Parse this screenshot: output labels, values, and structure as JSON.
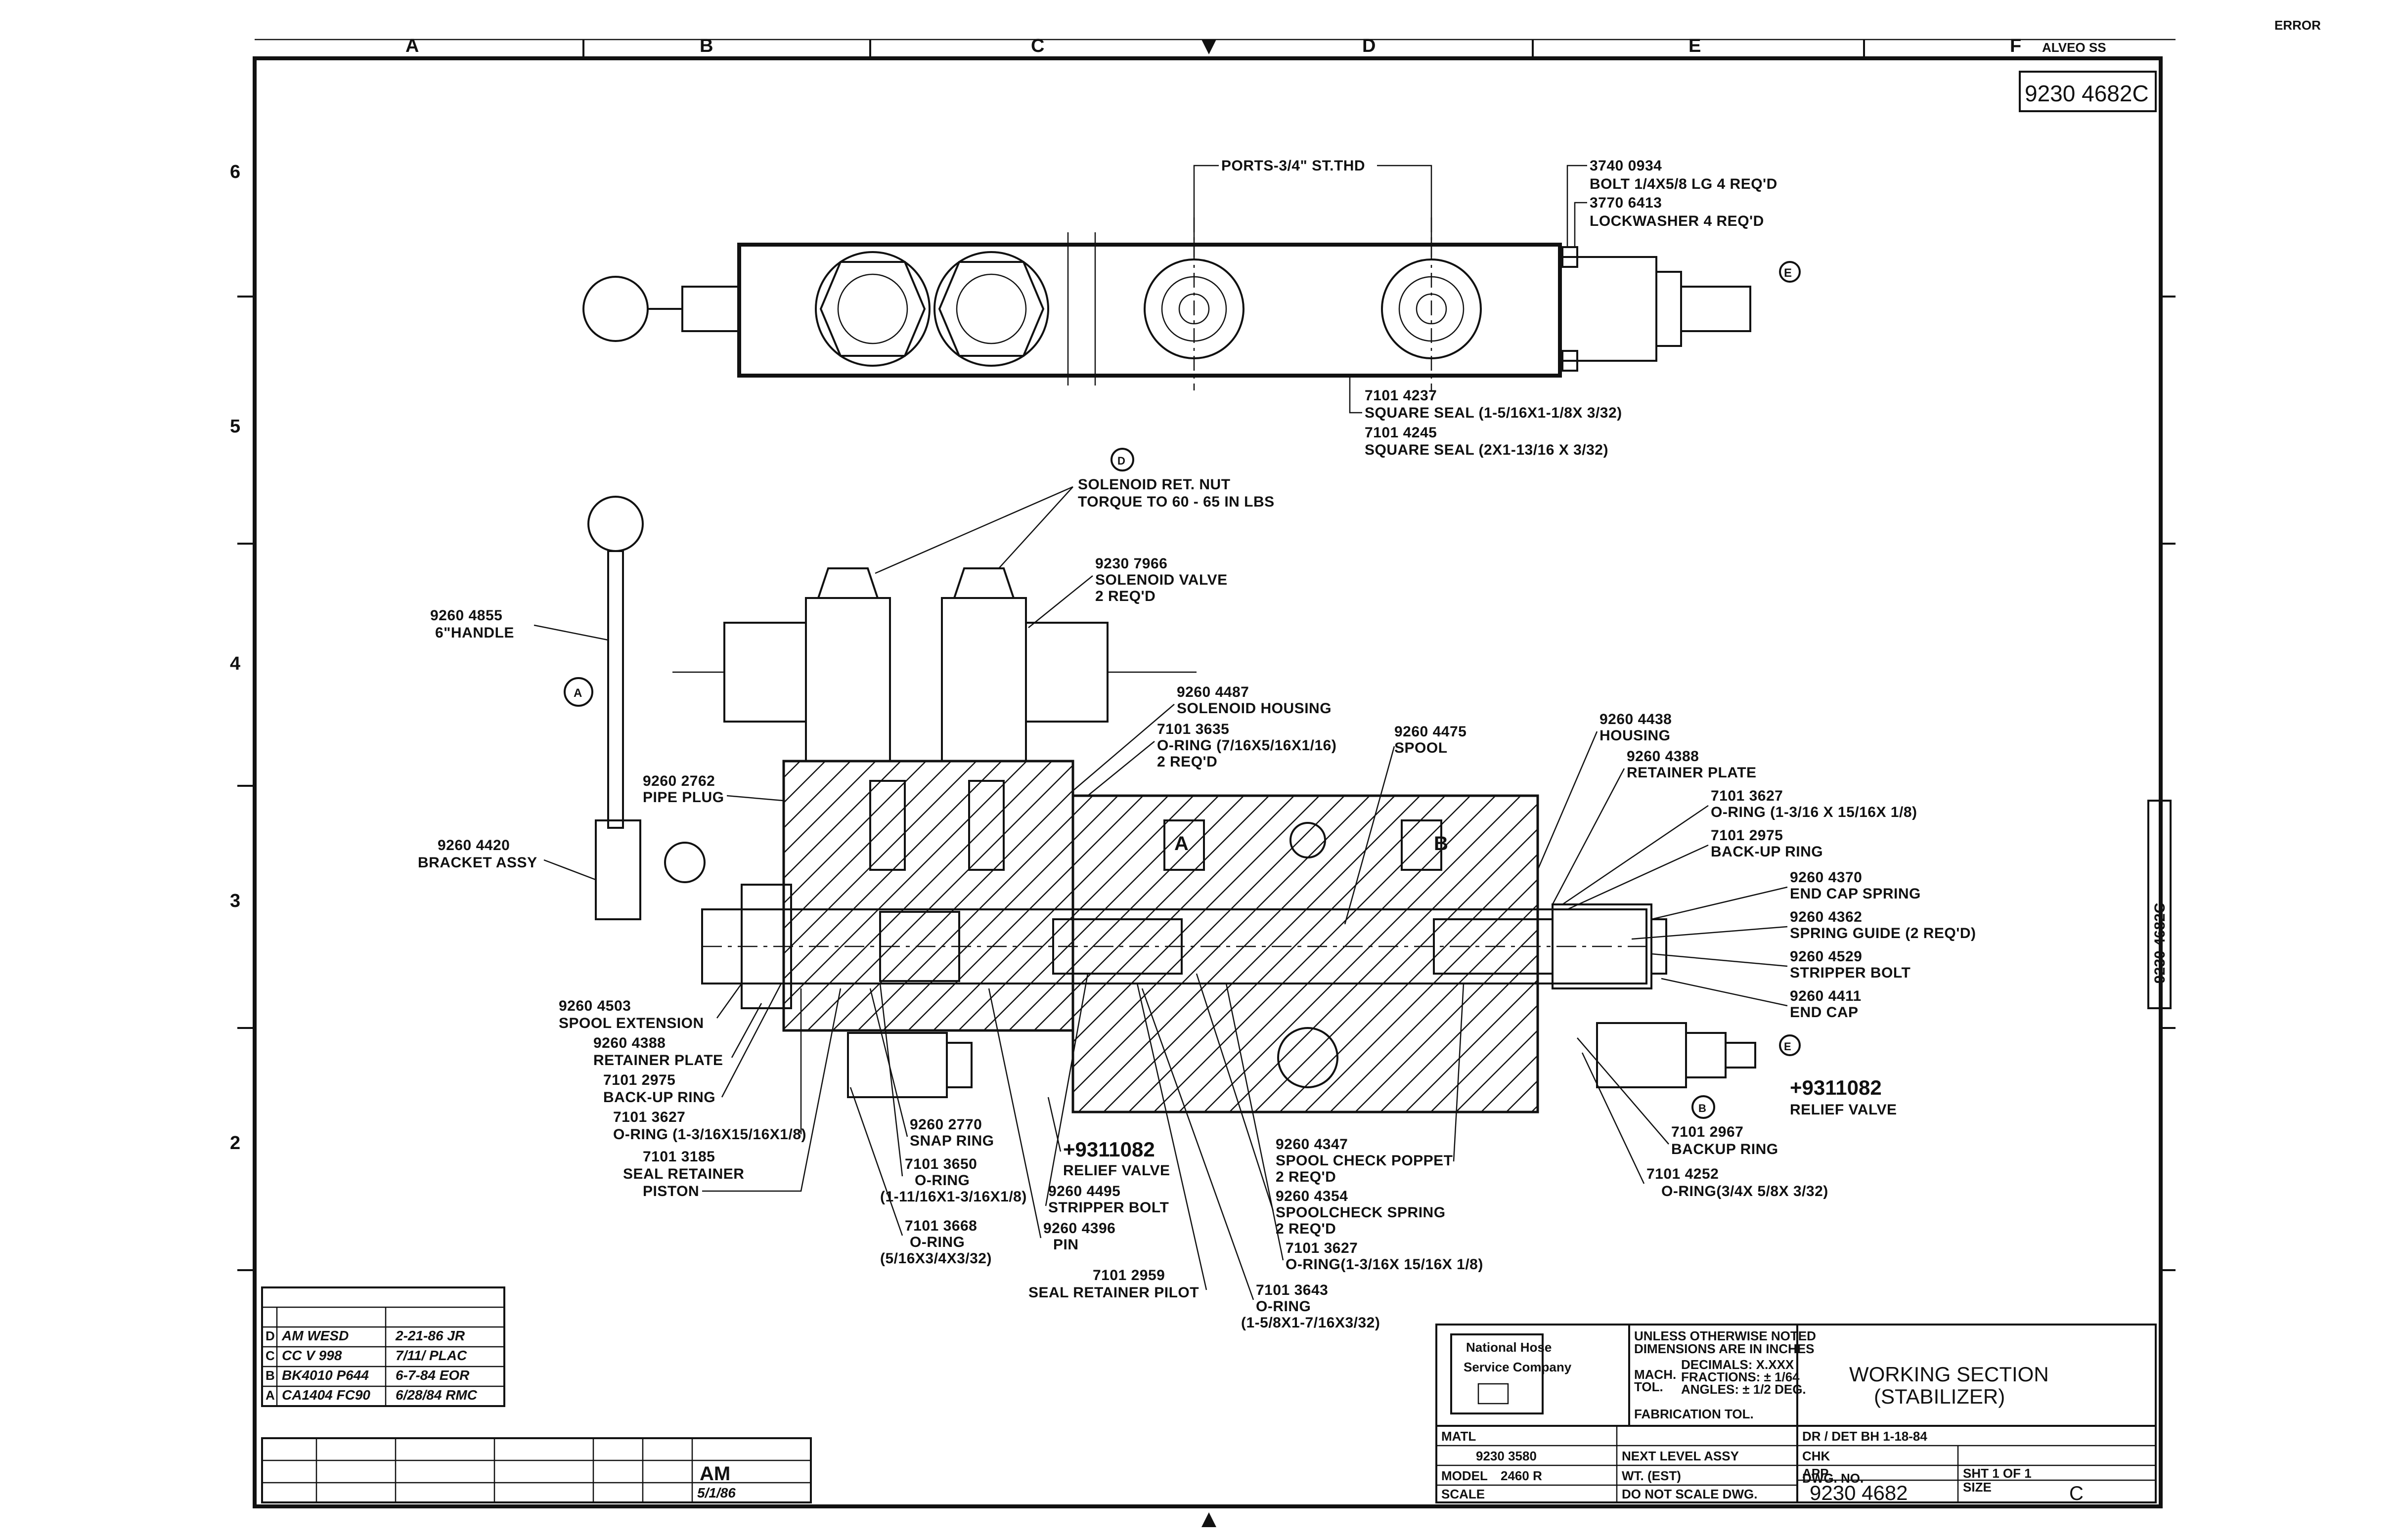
{
  "sheet": {
    "top_zones": [
      "A",
      "B",
      "C",
      "D",
      "E",
      "F"
    ],
    "side_zones": [
      "6",
      "5",
      "4",
      "3",
      "2"
    ],
    "corner_stamp": "ERROR",
    "top_right_note": "ALVEO SS",
    "drawing_number_box": "9230 4682C",
    "side_number": "9230 4682C"
  },
  "top_view": {
    "ports_label": "PORTS-3/4\" ST.THD",
    "bolt": [
      "3740 0934",
      "BOLT 1/4X5/8 LG 4 REQ'D"
    ],
    "lockwasher": [
      "3770 6413",
      "LOCKWASHER 4 REQ'D"
    ],
    "seal1": [
      "7101 4237",
      "SQUARE SEAL (1-5/16X1-1/8X 3/32)"
    ],
    "seal2": [
      "7101 4245",
      "SQUARE SEAL (2X1-13/16 X 3/32)"
    ],
    "marker": "E"
  },
  "section_view": {
    "marker_top": "D",
    "marker_a": "A",
    "marker_b": "B",
    "marker_e": "E",
    "port_a": "A",
    "port_b": "B",
    "solenoid_nut": [
      "SOLENOID RET. NUT",
      "TORQUE TO 60 - 65 IN LBS"
    ],
    "solenoid_valve": [
      "9230 7966",
      "SOLENOID VALVE",
      "2 REQ'D"
    ],
    "handle": [
      "9260 4855",
      "6\"HANDLE"
    ],
    "solenoid_housing": [
      "9260 4487",
      "SOLENOID HOUSING"
    ],
    "oring_housing": [
      "7101 3635",
      "O-RING (7/16X5/16X1/16)",
      "2 REQ'D"
    ],
    "spool": [
      "9260 4475",
      "SPOOL"
    ],
    "housing": [
      "9260 4438",
      "HOUSING"
    ],
    "retainer_plate_r": [
      "9260 4388",
      "RETAINER PLATE"
    ],
    "oring_3627_r": [
      "7101 3627",
      "O-RING (1-3/16 X 15/16X 1/8)"
    ],
    "backup_2975_r": [
      "7101 2975",
      "BACK-UP RING"
    ],
    "end_cap_spring": [
      "9260 4370",
      "END CAP SPRING"
    ],
    "spring_guide": [
      "9260 4362",
      "SPRING GUIDE (2 REQ'D)"
    ],
    "stripper_bolt_r": [
      "9260 4529",
      "STRIPPER BOLT"
    ],
    "end_cap": [
      "9260 4411",
      "END CAP"
    ],
    "relief_r": [
      "+9311082",
      "RELIEF VALVE"
    ],
    "pipe_plug": [
      "9260 2762",
      "PIPE PLUG"
    ],
    "bracket": [
      "9260 4420",
      "BRACKET ASSY"
    ],
    "spool_ext": [
      "9260 4503",
      "SPOOL EXTENSION"
    ],
    "retainer_plate_l": [
      "9260 4388",
      "RETAINER PLATE"
    ],
    "backup_2975_l": [
      "7101 2975",
      "BACK-UP RING"
    ],
    "oring_3627_l": [
      "7101 3627",
      "O-RING (1-3/16X15/16X1/8)"
    ],
    "seal_retainer_piston": [
      "7101 3185",
      "SEAL RETAINER",
      "PISTON"
    ],
    "snap_ring": [
      "9260 2770",
      "SNAP RING"
    ],
    "oring_3650": [
      "7101 3650",
      "O-RING",
      "(1-11/16X1-3/16X1/8)"
    ],
    "oring_3668": [
      "7101 3668",
      "O-RING",
      "(5/16X3/4X3/32)"
    ],
    "relief_c": [
      "+9311082",
      "RELIEF VALVE"
    ],
    "stripper_bolt_c": [
      "9260 4495",
      "STRIPPER BOLT"
    ],
    "pin": [
      "9260 4396",
      "PIN"
    ],
    "seal_retainer_pilot": [
      "7101 2959",
      "SEAL RETAINER PILOT"
    ],
    "check_poppet": [
      "9260 4347",
      "SPOOL CHECK POPPET",
      "2 REQ'D"
    ],
    "check_spring": [
      "9260 4354",
      "SPOOLCHECK SPRING",
      "2 REQ'D"
    ],
    "oring_3627_c": [
      "7101 3627",
      "O-RING(1-3/16X 15/16X 1/8)"
    ],
    "oring_3643": [
      "7101 3643",
      "O-RING",
      "(1-5/8X1-7/16X3/32)"
    ],
    "backup_2967": [
      "7101 2967",
      "BACKUP RING"
    ],
    "oring_4252": [
      "7101 4252",
      "O-RING(3/4X 5/8X 3/32)"
    ]
  },
  "revisions": [
    {
      "ltr": "D",
      "text": "AM WESD",
      "date": "2-21-86 JR"
    },
    {
      "ltr": "C",
      "text": "CC V 998",
      "date": "7/11/ PLAC"
    },
    {
      "ltr": "B",
      "text": "BK4010 P644",
      "date": "6-7-84 EOR"
    },
    {
      "ltr": "A",
      "text": "CA1404 FC90",
      "date": "6/28/84 RMC"
    }
  ],
  "revision_sig": "AM",
  "revision_sig_date": "5/1/86",
  "title_block": {
    "company": [
      "National Hose",
      "Service Company"
    ],
    "tolerance_note": [
      "UNLESS OTHERWISE NOTED",
      "DIMENSIONS ARE IN INCHES"
    ],
    "decimals": "DECIMALS: X.XXX",
    "fractions": "FRACTIONS: ± 1/64",
    "angles": "ANGLES: ± 1/2 DEG.",
    "tol_label": "TOL.",
    "mach_label": "MACH.",
    "fab_tol": "FABRICATION TOL.",
    "material": "MATL",
    "next_assy_label": "NEXT LEVEL ASSY",
    "next_assy_value": "9230 3580",
    "model_label": "MODEL",
    "model_value": "2460 R",
    "weight": "WT. (EST)",
    "scale_label": "SCALE",
    "no_scale": "DO NOT SCALE DWG.",
    "title": "WORKING SECTION",
    "subtitle": "(STABILIZER)",
    "drawn_by": "DR / DET BH 1-18-84",
    "checked": "CHK",
    "approved": "APP",
    "sheet": "SHT 1 OF 1",
    "dwg_no_label": "DWG. NO.",
    "dwg_no": "9230 4682",
    "size_label": "SIZE",
    "size": "C"
  }
}
